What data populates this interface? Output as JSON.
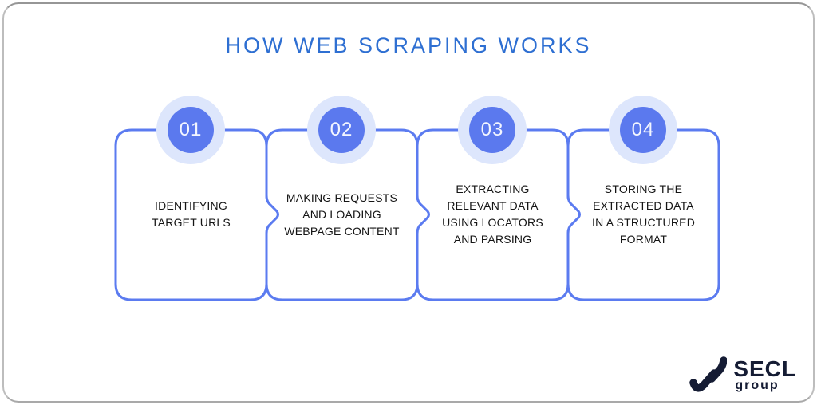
{
  "title": "HOW WEB SCRAPING WORKS",
  "steps": [
    {
      "number": "01",
      "label": "IDENTIFYING\nTARGET URLS"
    },
    {
      "number": "02",
      "label": "MAKING REQUESTS\nAND LOADING\nWEBPAGE CONTENT"
    },
    {
      "number": "03",
      "label": "EXTRACTING\nRELEVANT DATA\nUSING LOCATORS\nAND PARSING"
    },
    {
      "number": "04",
      "label": "STORING THE\nEXTRACTED DATA\nIN A STRUCTURED\nFORMAT"
    }
  ],
  "logo": {
    "wordmark": "SECL",
    "subtext": "group"
  },
  "colors": {
    "title_blue": "#2e6fd2",
    "box_border_blue": "#5b7bf0",
    "badge_blue": "#5b79ee",
    "badge_halo": "#dde6fc",
    "badge_number": "#f3f6ff",
    "step_text": "#141414",
    "logo_navy": "#151c34",
    "card_border_gray": "#a9a9a9"
  }
}
